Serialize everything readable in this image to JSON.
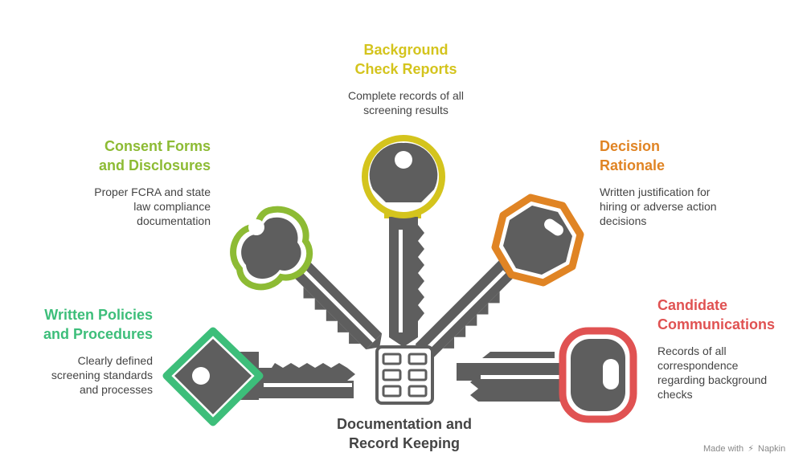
{
  "center": {
    "title_line1": "Documentation and",
    "title_line2": "Record Keeping",
    "icon": "file-cabinet-icon"
  },
  "items": [
    {
      "id": "written-policies",
      "title_line1": "Written Policies",
      "title_line2": "and Procedures",
      "desc_lines": [
        "Clearly defined",
        "screening standards",
        "and processes"
      ],
      "color": "#3DBE7A",
      "icon": "key-icon"
    },
    {
      "id": "consent-forms",
      "title_line1": "Consent Forms",
      "title_line2": "and Disclosures",
      "desc_lines": [
        "Proper FCRA and state",
        "law compliance",
        "documentation"
      ],
      "color": "#8DBB34",
      "icon": "key-icon"
    },
    {
      "id": "background-check",
      "title_line1": "Background",
      "title_line2": "Check Reports",
      "desc_lines": [
        "Complete records of all",
        "screening results"
      ],
      "color": "#D4C41D",
      "icon": "key-icon"
    },
    {
      "id": "decision-rationale",
      "title_line1": "Decision",
      "title_line2": "Rationale",
      "desc_lines": [
        "Written justification for",
        "hiring or adverse action",
        "decisions"
      ],
      "color": "#E08424",
      "icon": "key-icon"
    },
    {
      "id": "candidate-communications",
      "title_line1": "Candidate",
      "title_line2": "Communications",
      "desc_lines": [
        "Records of all",
        "correspondence",
        "regarding background",
        "checks"
      ],
      "color": "#E05252",
      "icon": "key-icon"
    }
  ],
  "footer": {
    "text": "Made with",
    "brand": "Napkin",
    "icon": "napkin-logo-icon"
  },
  "colors": {
    "key_body": "#5E5E5E",
    "center_icon": "#5E5E5E"
  }
}
